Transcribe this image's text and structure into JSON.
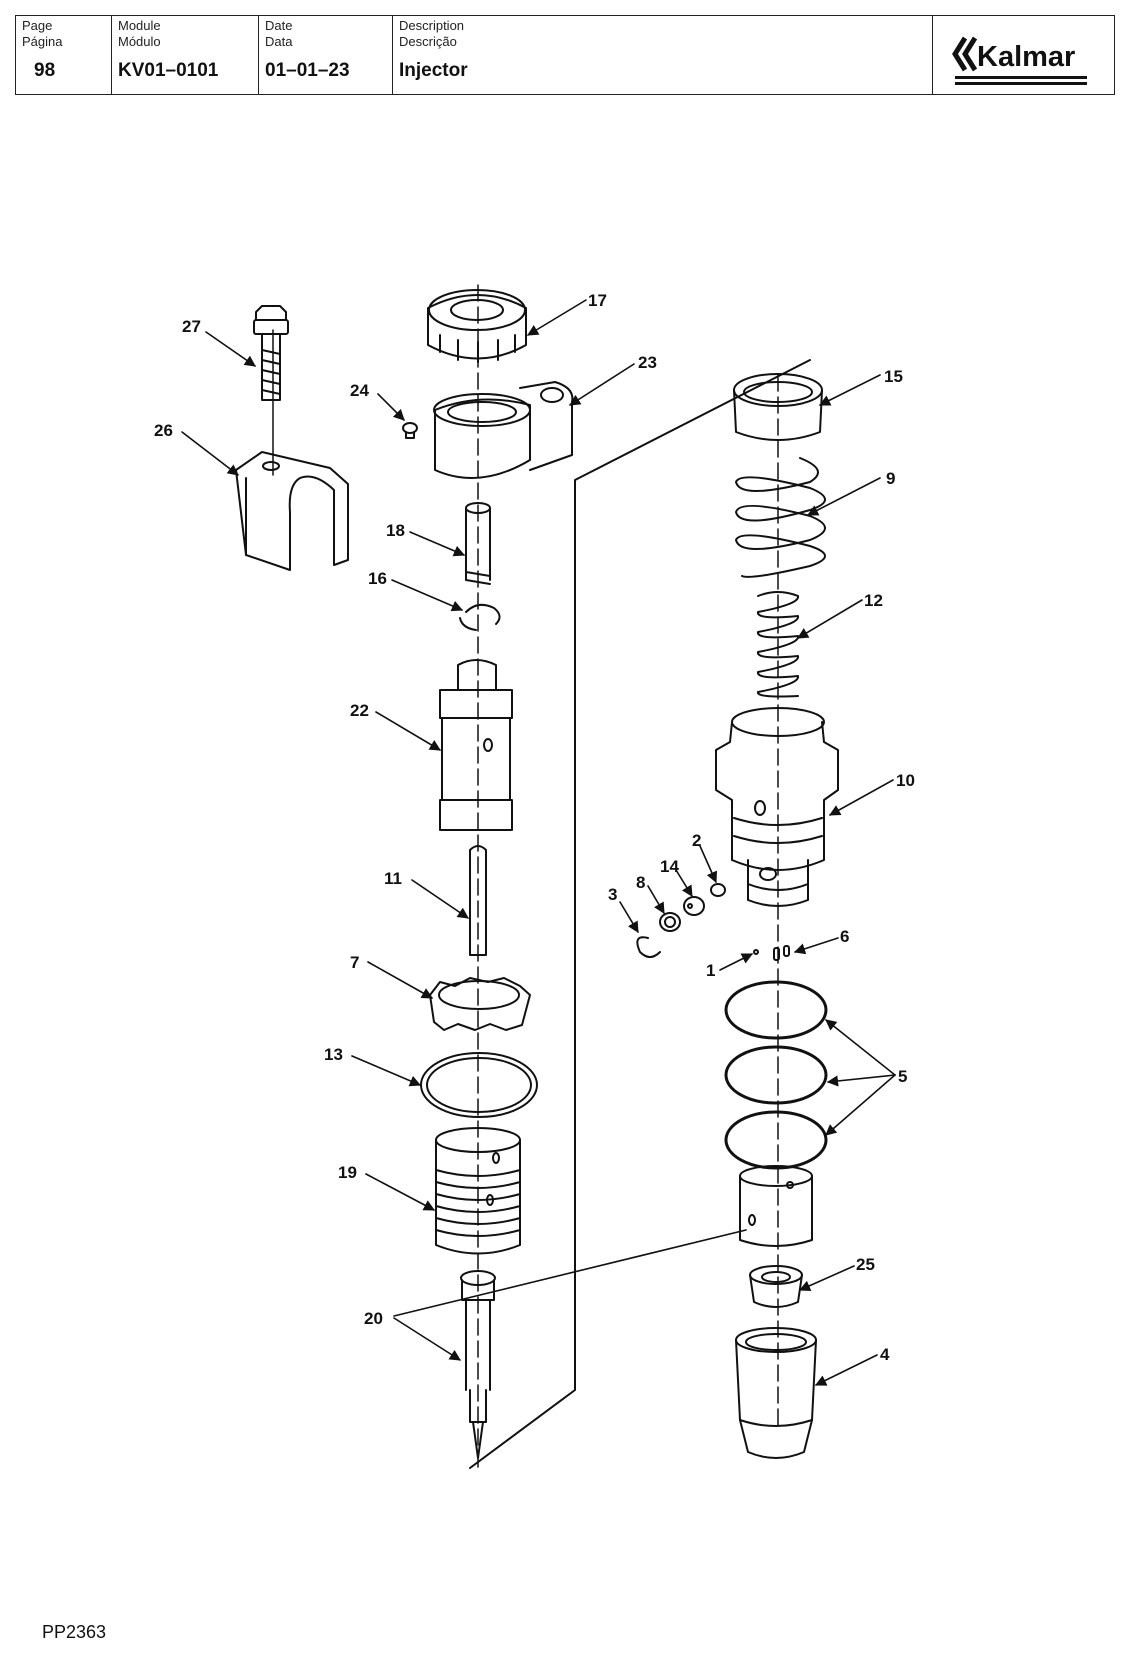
{
  "header": {
    "page_label": "Page",
    "page_label_pt": "Página",
    "page_value": "98",
    "module_label": "Module",
    "module_label_pt": "Módulo",
    "module_value": "KV01–0101",
    "date_label": "Date",
    "date_label_pt": "Data",
    "date_value": "01–01–23",
    "description_label": "Description",
    "description_label_pt": "Descrição",
    "description_value": "Injector",
    "logo_text": "Kalmar"
  },
  "callouts": [
    "27",
    "26",
    "24",
    "17",
    "23",
    "18",
    "16",
    "22",
    "11",
    "7",
    "13",
    "19",
    "20",
    "15",
    "9",
    "12",
    "10",
    "2",
    "14",
    "8",
    "3",
    "6",
    "1",
    "5",
    "25",
    "4"
  ],
  "figure_code": "PP2363"
}
